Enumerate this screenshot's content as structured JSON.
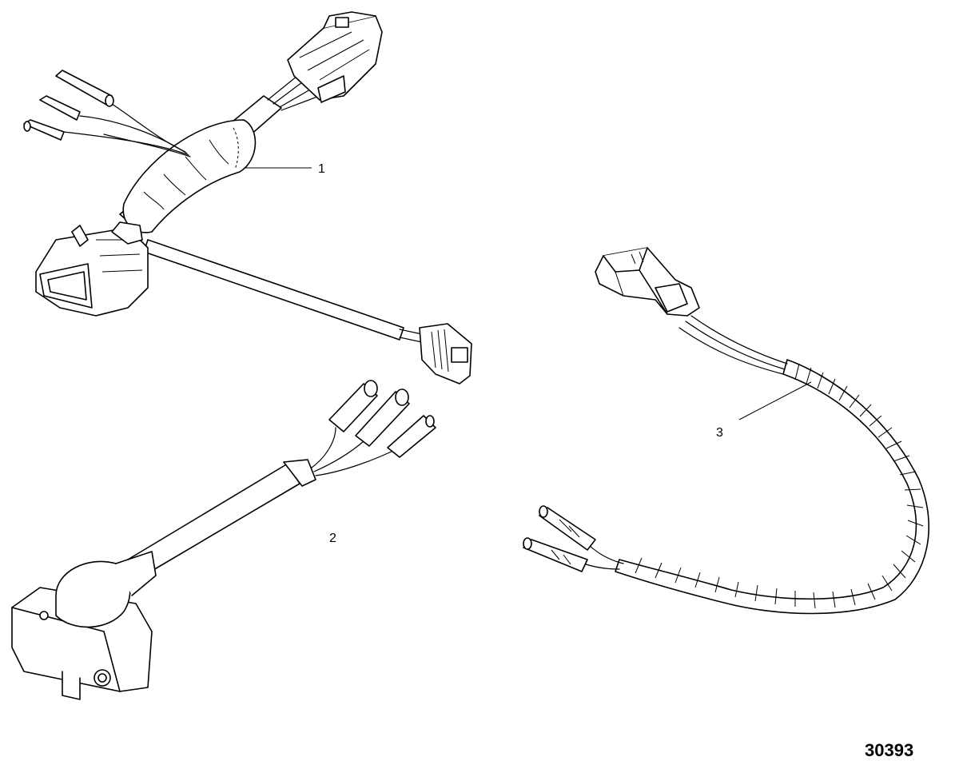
{
  "callouts": [
    {
      "id": 1,
      "label": "1"
    },
    {
      "id": 2,
      "label": "2"
    },
    {
      "id": 3,
      "label": "3"
    }
  ],
  "drawing_number": "30393",
  "components": [
    {
      "name": "wiring-harness-with-connectors",
      "callout": "1"
    },
    {
      "name": "sensor-with-pigtail",
      "callout": "2"
    },
    {
      "name": "sleeved-harness-with-connector",
      "callout": "3"
    }
  ]
}
